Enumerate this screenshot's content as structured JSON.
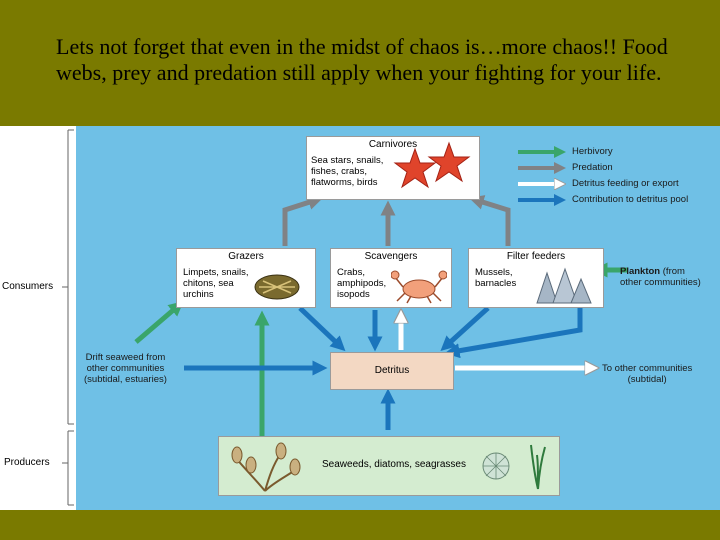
{
  "header": {
    "text": "Lets not forget that even in the midst of chaos is…more chaos!! Food webs, prey and predation still apply when your fighting for your life."
  },
  "side_labels": {
    "consumers": "Consumers",
    "producers": "Producers"
  },
  "boxes": {
    "carnivores": {
      "title": "Carnivores",
      "body": "Sea stars, snails,\nfishes, crabs,\nflatworms, birds"
    },
    "grazers": {
      "title": "Grazers",
      "body": "Limpets, snails,\nchitons, sea\nurchins"
    },
    "scavengers": {
      "title": "Scavengers",
      "body": "Crabs,\namphipods,\nisopods"
    },
    "filter_feeders": {
      "title": "Filter feeders",
      "body": "Mussels,\nbarnacles"
    },
    "detritus": {
      "title": "Detritus"
    },
    "producers": {
      "title": "Seaweeds, diatoms, seagrasses"
    }
  },
  "legend": {
    "herbivory": "Herbivory",
    "predation": "Predation",
    "detritus_feeding": "Detritus feeding or export",
    "contribution": "Contribution to detritus pool"
  },
  "external": {
    "plankton_title": "Plankton",
    "plankton_rest": " (from\nother communities)",
    "drift": "Drift seaweed from\nother communities\n(subtidal, estuaries)",
    "to_other": "To other communities\n(subtidal)"
  },
  "colors": {
    "herbivory": "#3aa56a",
    "predation": "#808285",
    "detritus_feeding": "#ffffff",
    "contribution": "#1b75bc",
    "diagram_bg": "#6fc0e6",
    "slide_bg": "#7a7a00",
    "detritus_box": "#f3d8c3",
    "producer_box": "#d4ecd0"
  },
  "icons": [
    "starfish-icon",
    "snail-icon",
    "crab-icon",
    "barnacle-icon",
    "seaweed-icon",
    "diatom-icon",
    "seagrass-icon"
  ]
}
